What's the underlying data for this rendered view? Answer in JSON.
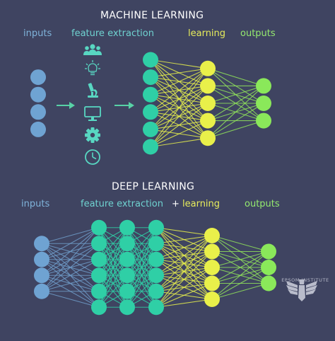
{
  "ml": {
    "title": "MACHINE LEARNING",
    "labels": {
      "inputs": "inputs",
      "feature": "feature extraction",
      "learning": "learning",
      "outputs": "outputs"
    },
    "feature_icons": [
      "people-icon",
      "lightbulb-icon",
      "microscope-icon",
      "monitor-icon",
      "gear-icon",
      "clock-icon"
    ],
    "layers": [
      4,
      6,
      5,
      3
    ]
  },
  "dl": {
    "title": "DEEP LEARNING",
    "labels": {
      "inputs": "inputs",
      "feature": "feature extraction",
      "plus": "+",
      "learning": "learning",
      "outputs": "outputs"
    },
    "layers": [
      4,
      6,
      6,
      6,
      5,
      3
    ]
  },
  "brand": {
    "name": "EPSOM INSTITUTE",
    "logo": "eagle-logo"
  },
  "colors": {
    "background": "#3f4461",
    "input": "#6fa3d2",
    "feature": "#2fcfa6",
    "learning": "#e9f04a",
    "output": "#8ae85a",
    "arrow": "#58d2a6",
    "edge_blue": "#6f9bc8",
    "edge_teal": "#2fcfa6",
    "edge_yellow": "#e6ee4c",
    "edge_green": "#8fe25a"
  }
}
